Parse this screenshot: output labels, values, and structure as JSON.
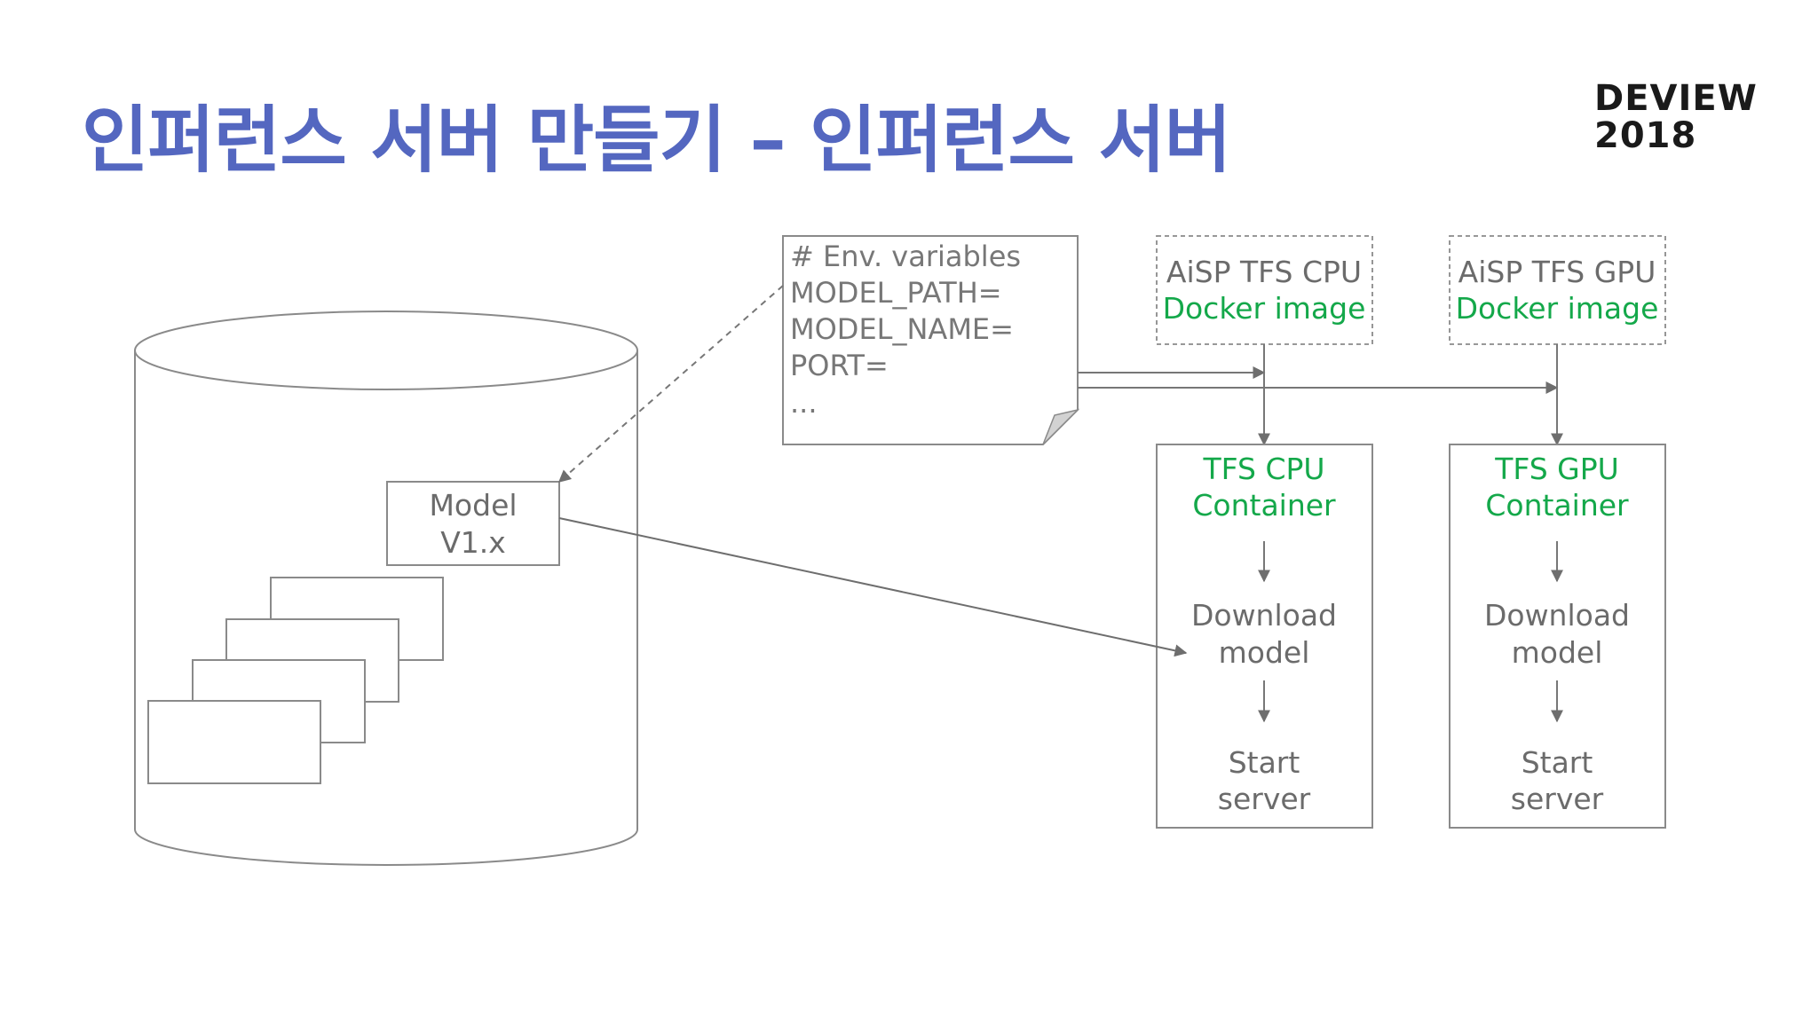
{
  "title": "인퍼런스 서버 만들기 – 인퍼런스 서버",
  "logo": {
    "line1": "DEVIEW",
    "line2": "2018"
  },
  "storage": {
    "model_line1": "Model",
    "model_line2": "V1.x"
  },
  "env_note": {
    "lines": [
      "# Env. variables",
      "MODEL_PATH=",
      "MODEL_NAME=",
      "PORT=",
      "..."
    ]
  },
  "images": [
    {
      "line1": "AiSP TFS CPU",
      "line2": "Docker image"
    },
    {
      "line1": "AiSP TFS GPU",
      "line2": "Docker image"
    }
  ],
  "containers": [
    {
      "title1": "TFS CPU",
      "title2": "Container",
      "step1_line1": "Download",
      "step1_line2": "model",
      "step2_line1": "Start",
      "step2_line2": "server"
    },
    {
      "title1": "TFS GPU",
      "title2": "Container",
      "step1_line1": "Download",
      "step1_line2": "model",
      "step2_line1": "Start",
      "step2_line2": "server"
    }
  ],
  "colors": {
    "title": "#5467c0",
    "green": "#14a84a",
    "line": "#777777",
    "text": "#6b6b6b"
  }
}
